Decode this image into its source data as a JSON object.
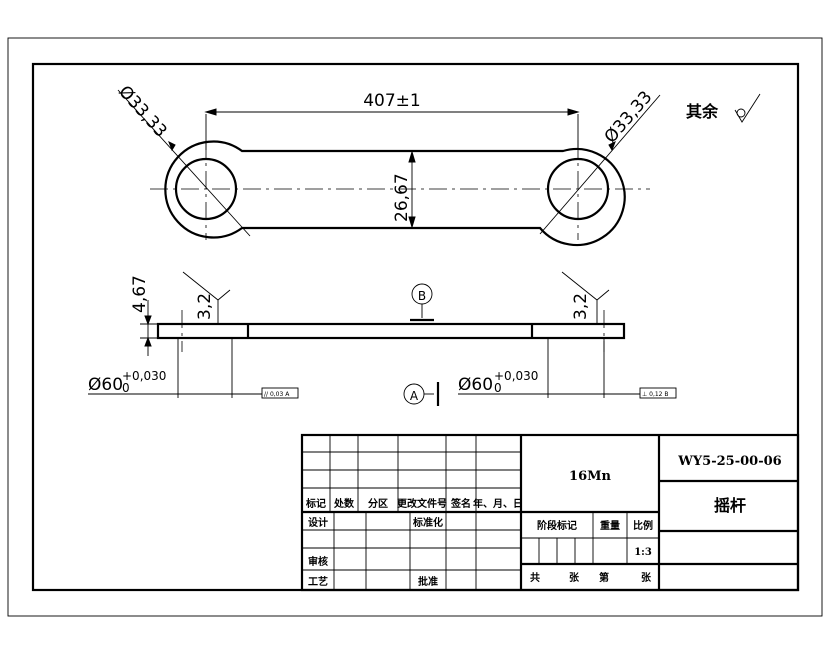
{
  "dimensions": {
    "length": "407±1",
    "hole_dia_left": "Ø33,33",
    "hole_dia_right": "Ø33,33",
    "width": "26,67",
    "thickness": "4,67",
    "roughness_left": "3,2",
    "roughness_right": "3,2",
    "bore_left": "Ø60",
    "bore_left_tol_upper": "+0,030",
    "bore_left_tol_lower": "0",
    "bore_right": "Ø60",
    "bore_right_tol_upper": "+0,030",
    "bore_right_tol_lower": "0",
    "tol_frame_left": "// 0,03 A",
    "tol_frame_right": "⊥ 0,12 B"
  },
  "datums": {
    "a": "A",
    "b": "B"
  },
  "surface_note": "其余",
  "title_block": {
    "material": "16Mn",
    "drawing_number": "WY5-25-00-06",
    "part_name": "摇杆",
    "headers": [
      "标记",
      "处数",
      "分区",
      "更改文件号",
      "签名",
      "年、月、日"
    ],
    "design_label": "设计",
    "standardize_label": "标准化",
    "stage_mark_label": "阶段标记",
    "weight_label": "重量",
    "scale_label": "比例",
    "scale_value": "1:3",
    "review_label": "审核",
    "process_label": "工艺",
    "approve_label": "批准",
    "total_label": "共",
    "sheets_label": "张",
    "sheet_no_label": "第",
    "sheets_label2": "张"
  }
}
